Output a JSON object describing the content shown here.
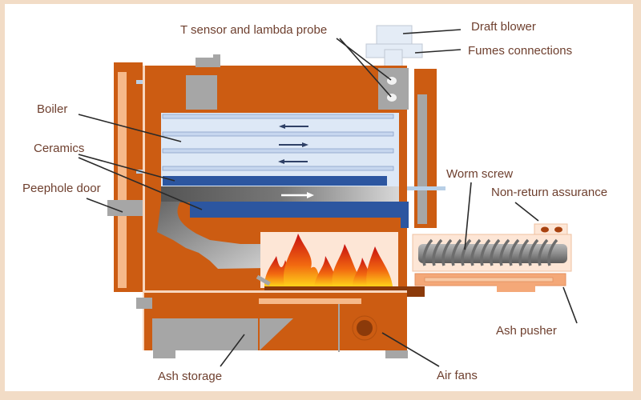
{
  "diagram": {
    "labels": {
      "t_sensor": "T sensor and lambda probe",
      "draft_blower": "Draft blower",
      "fumes_connections": "Fumes connections",
      "boiler": "Boiler",
      "ceramics": "Ceramics",
      "peephole_door": "Peephole door",
      "worm_screw": "Worm screw",
      "non_return": "Non-return assurance",
      "ash_pusher": "Ash pusher",
      "ash_storage": "Ash storage",
      "air_fans": "Air fans"
    },
    "colors": {
      "body": "#cc5c12",
      "heat_exchanger": "#dde8f6",
      "ceramics": "#2c56a0",
      "metal": "#a6a6a6",
      "label_text": "#6e3f2e"
    }
  }
}
